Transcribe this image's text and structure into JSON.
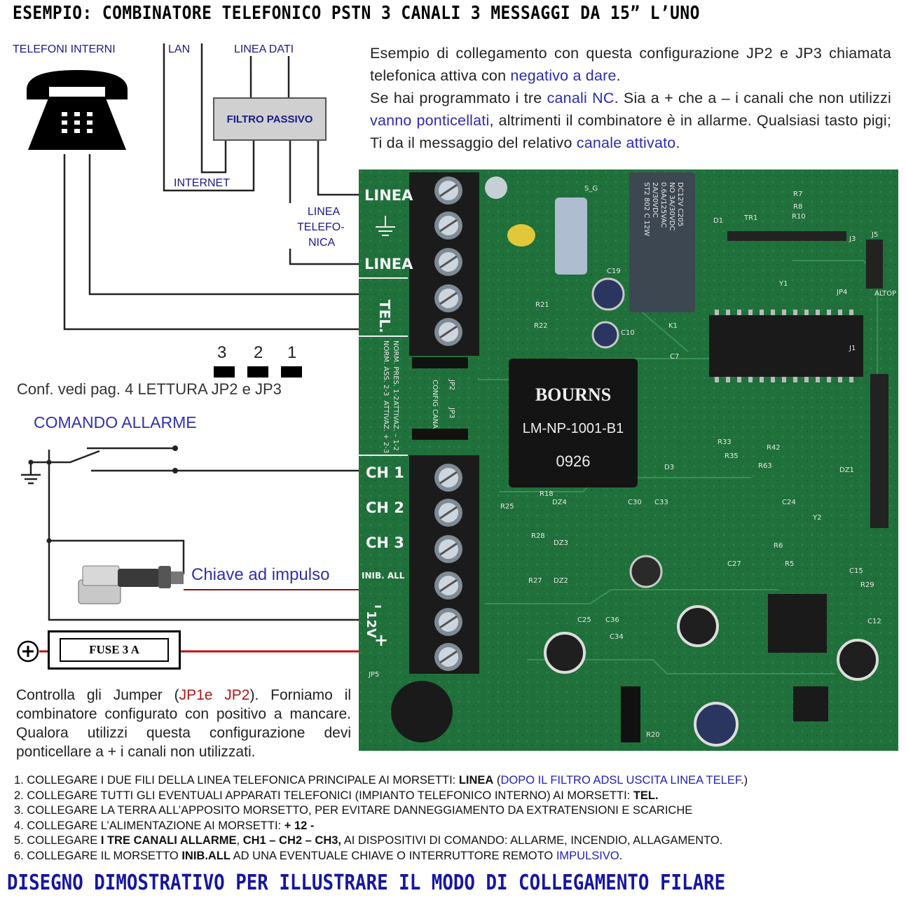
{
  "title": "ESEMPIO: COMBINATORE TELEFONICO PSTN 3 CANALI 3 MESSAGGI DA 15” L’UNO",
  "labels": {
    "telefoni_interni": "TELEFONI INTERNI",
    "lan": "LAN",
    "linea_dati": "LINEA DATI",
    "filtro_passivo": "FILTRO PASSIVO",
    "internet": "INTERNET",
    "linea_telefonica": [
      "LINEA",
      "TELEFO-",
      "NICA"
    ],
    "jumpers": [
      "3",
      "2",
      "1"
    ],
    "conf": "Conf. vedi pag. 4  LETTURA JP2 e JP3",
    "comando_allarme": "COMANDO ALLARME",
    "chiave": "Chiave ad impulso",
    "fuse": "FUSE 3 A"
  },
  "description": {
    "p1a": "Esempio di collegamento con questa configurazione JP2 e JP3 chiamata telefonica attiva con ",
    "p1b": "negativo a dare",
    "p1c": ".",
    "p2a": "Se hai programmato i tre ",
    "p2b": "canali NC",
    "p2c": ". Sia a + che a – i canali che non utilizzi ",
    "p2d": "vanno ponticellati",
    "p2e": ", altrimenti il combinatore è in allarme. Qualsiasi tasto pigi; Ti da il messaggio del relativo ",
    "p2f": "canale attivato",
    "p2g": "."
  },
  "control": {
    "a": "Controlla gli Jumper (",
    "b": "JP1e JP2",
    "c": "). Forniamo il combinatore configurato con positivo a mancare. Qualora utilizzi questa configurazione devi ponticellare a + i canali non utilizzati."
  },
  "pcb": {
    "terminals": [
      "LINEA",
      "LINEA",
      "TEL.",
      "CH 1",
      "CH 2",
      "CH 3",
      "INIB. ALL",
      "–",
      "12V",
      "+"
    ],
    "side_labels": [
      "NORM. PRES. 1-2",
      "NORM. ASS. 2-3",
      "ATTIVAZ. – 1-2",
      "ATTIVAZ. + 2-3",
      "CONFIG CANALI",
      "JP2",
      "JP3"
    ],
    "chip_brand": "BOURNS",
    "chip_model": "LM-NP-1001-B1",
    "chip_code": "0926",
    "relay_text": [
      "ST2 802 C 12W",
      "2A/30VDC",
      "0.6A/125VAC",
      "NO 3A/30VDC",
      "DC12V  C205"
    ],
    "components": [
      "S_G",
      "R7",
      "TR1",
      "R10",
      "R8",
      "D1",
      "J3",
      "JP4",
      "ALTOP",
      "J5",
      "Y1",
      "C19",
      "R21",
      "R22",
      "C10",
      "K1",
      "C7",
      "R33",
      "R42",
      "R63",
      "R35",
      "D3",
      "DZ1",
      "R18",
      "R25",
      "DZ4",
      "C30",
      "C33",
      "R28",
      "DZ3",
      "R27",
      "DZ2",
      "C25",
      "C36",
      "C34",
      "R20",
      "JP5",
      "C24",
      "Y2",
      "C15",
      "R29",
      "C12",
      "R6",
      "R5",
      "J1",
      "C27"
    ]
  },
  "steps": [
    {
      "n": "1. COLLEGARE I DUE FILI DELLA LINEA TELEFONICA PRINCIPALE AI MORSETTI: ",
      "b": "LINEA",
      "r": " (",
      "bl": "DOPO IL FILTRO ADSL USCITA LINEA TELEF",
      "e": ".)"
    },
    {
      "n": "2. COLLEGARE TUTTI GLI EVENTUALI APPARATI TELEFONICI (IMPIANTO TELEFONICO INTERNO) AI MORSETTI: ",
      "b": "TEL.",
      "r": "",
      "bl": "",
      "e": ""
    },
    {
      "n": "3. COLLEGARE LA TERRA ALL’APPOSITO MORSETTO, PER EVITARE DANNEGGIAMENTO DA EXTRATENSIONI E SCARICHE",
      "b": "",
      "r": "",
      "bl": "",
      "e": ""
    },
    {
      "n": "4. COLLEGARE L’ALIMENTAZIONE AI MORSETTI: ",
      "b": "+  12  -",
      "r": "",
      "bl": "",
      "e": ""
    },
    {
      "n": "5. COLLEGARE ",
      "b": "I TRE CANALI ALLARME",
      "r": ", ",
      "b2": "CH1 – CH2 – CH3,",
      "r2": " AI DISPOSITIVI DI COMANDO: ALLARME, INCENDIO, ALLAGAMENTO.",
      "bl": "",
      "e": ""
    },
    {
      "n": "6. COLLEGARE IL MORSETTO ",
      "b": "INIB.ALL",
      "r": " AD UNA EVENTUALE CHIAVE O INTERRUTTORE REMOTO ",
      "bl": "IMPULSIVO",
      "e": "."
    }
  ],
  "footer": "DISEGNO DIMOSTRATIVO PER ILLUSTRARE IL MODO DI COLLEGAMENTO FILARE",
  "colors": {
    "pcb": "#1f6e3a",
    "terminal": "#1c1c1c",
    "wire_red": "#c01010",
    "accent_blue": "#2b2bb0"
  }
}
